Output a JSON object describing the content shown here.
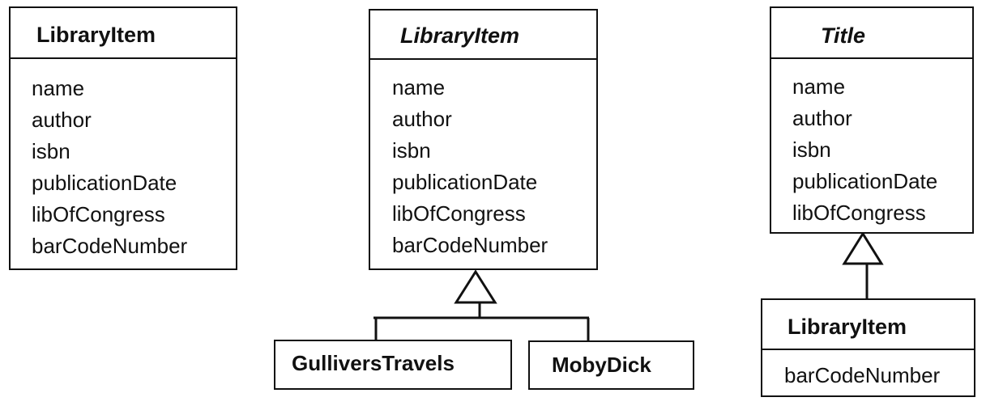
{
  "diagram": {
    "classes": [
      {
        "name": "LibraryItem",
        "attributes": [
          "name",
          "author",
          "isbn",
          "publicationDate",
          "libOfCongress",
          "barCodeNumber"
        ]
      },
      {
        "name": "LibraryItem",
        "abstract": true,
        "attributes": [
          "name",
          "author",
          "isbn",
          "publicationDate",
          "libOfCongress",
          "barCodeNumber"
        ]
      },
      {
        "name": "GulliversTravels",
        "attributes": []
      },
      {
        "name": "MobyDick",
        "attributes": []
      },
      {
        "name": "Title",
        "abstract": true,
        "attributes": [
          "name",
          "author",
          "isbn",
          "publicationDate",
          "libOfCongress"
        ]
      },
      {
        "name": "LibraryItem",
        "attributes": [
          "barCodeNumber"
        ]
      }
    ],
    "generalizations": [
      {
        "child": "GulliversTravels",
        "parent": "LibraryItem (abstract)"
      },
      {
        "child": "MobyDick",
        "parent": "LibraryItem (abstract)"
      },
      {
        "child": "LibraryItem",
        "parent": "Title"
      }
    ]
  }
}
